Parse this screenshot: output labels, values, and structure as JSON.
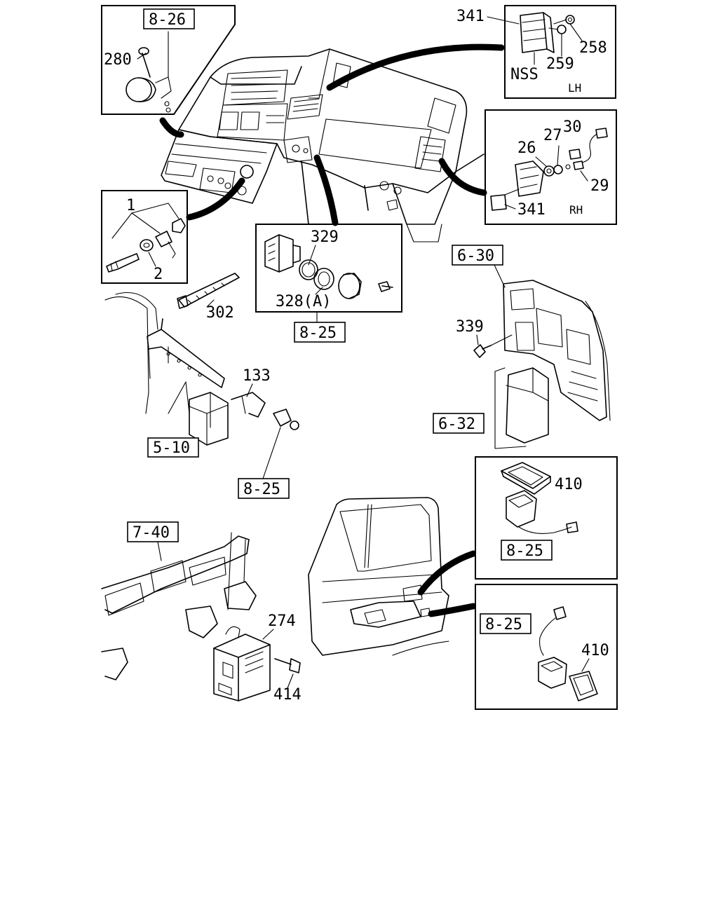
{
  "top_left_box": {
    "ref": "8-26",
    "part": "280"
  },
  "lh_box": {
    "part_341": "341",
    "part_258": "258",
    "part_259": "259",
    "nss": "NSS",
    "side": "LH"
  },
  "rh_box": {
    "part_30": "30",
    "part_27": "27",
    "part_26": "26",
    "part_29": "29",
    "part_341": "341",
    "side": "RH"
  },
  "left_mid_box": {
    "part_1": "1",
    "part_2": "2"
  },
  "center_box": {
    "part_329": "329",
    "part_328": "328(A)",
    "ref": "8-25"
  },
  "cable_tie": {
    "part": "302"
  },
  "bracket": {
    "part": "133",
    "ref_frame": "5-10",
    "ref_switch": "8-25"
  },
  "panel_right": {
    "ref_top": "6-30",
    "bolt": "339",
    "ref_module": "6-32"
  },
  "door_box_upper": {
    "part": "410",
    "ref": "8-25"
  },
  "door_box_lower": {
    "ref": "8-25",
    "part": "410"
  },
  "chassis": {
    "ref": "7-40",
    "relay": "274",
    "screw": "414"
  }
}
